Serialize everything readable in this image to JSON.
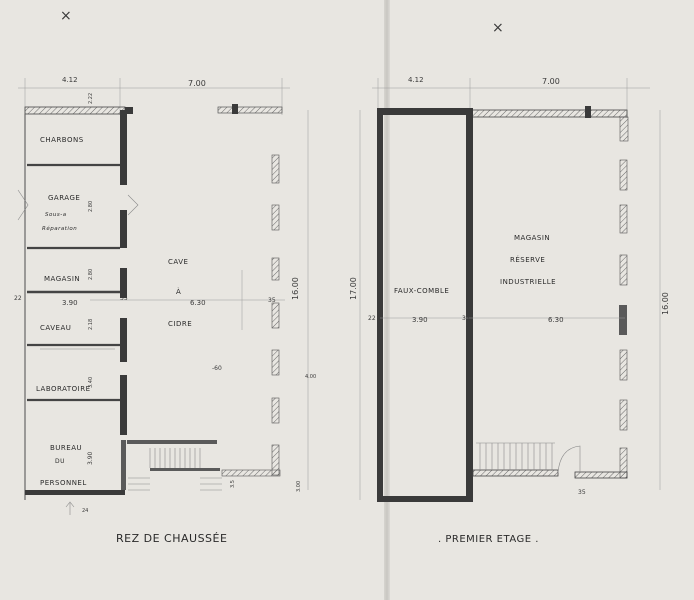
{
  "marks": {
    "left": "×",
    "right": "×"
  },
  "ground_floor": {
    "title": "REZ DE CHAUSSÉE",
    "dims": {
      "top_left": "4.12",
      "top_right": "7.00",
      "mid_a": "3.90",
      "mid_b": "6.30",
      "side": "16.00",
      "wall_1": "22",
      "wall_2": "35",
      "wall_3": "35",
      "wall_4": "-60",
      "wall_5": "4.00",
      "wall_6": "3.00",
      "r1": "2.22",
      "r2": "2.80",
      "r3": "2.80",
      "r4": "2.18",
      "r5": "3.40",
      "r6": "3.90",
      "b1": "24",
      "b2": "3.5"
    },
    "rooms": {
      "charbon": "CHARBONS",
      "garage": "GARAGE",
      "garage_sub1": "Sous-a",
      "garage_sub2": "Réparation",
      "magasin": "MAGASIN",
      "caveau": "CAVEAU",
      "laboratoire": "LABORATOIRE",
      "bureau_1": "BUREAU",
      "bureau_2": "DU",
      "bureau_3": "PERSONNEL",
      "cave_1": "CAVE",
      "cave_2": "À",
      "cave_3": "CIDRE"
    }
  },
  "first_floor": {
    "title": ". PREMIER ETAGE .",
    "dims": {
      "top_left": "4.12",
      "top_right": "7.00",
      "mid_a": "3.90",
      "mid_b": "6.30",
      "side_left": "17.00",
      "side_right": "16.00",
      "wall_1": "22",
      "wall_2": "35",
      "wall_3": "35"
    },
    "rooms": {
      "faux_comble": "FAUX-COMBLE",
      "magasin_1": "MAGASIN",
      "magasin_2": "RÉSERVE",
      "magasin_3": "INDUSTRIELLE"
    }
  }
}
